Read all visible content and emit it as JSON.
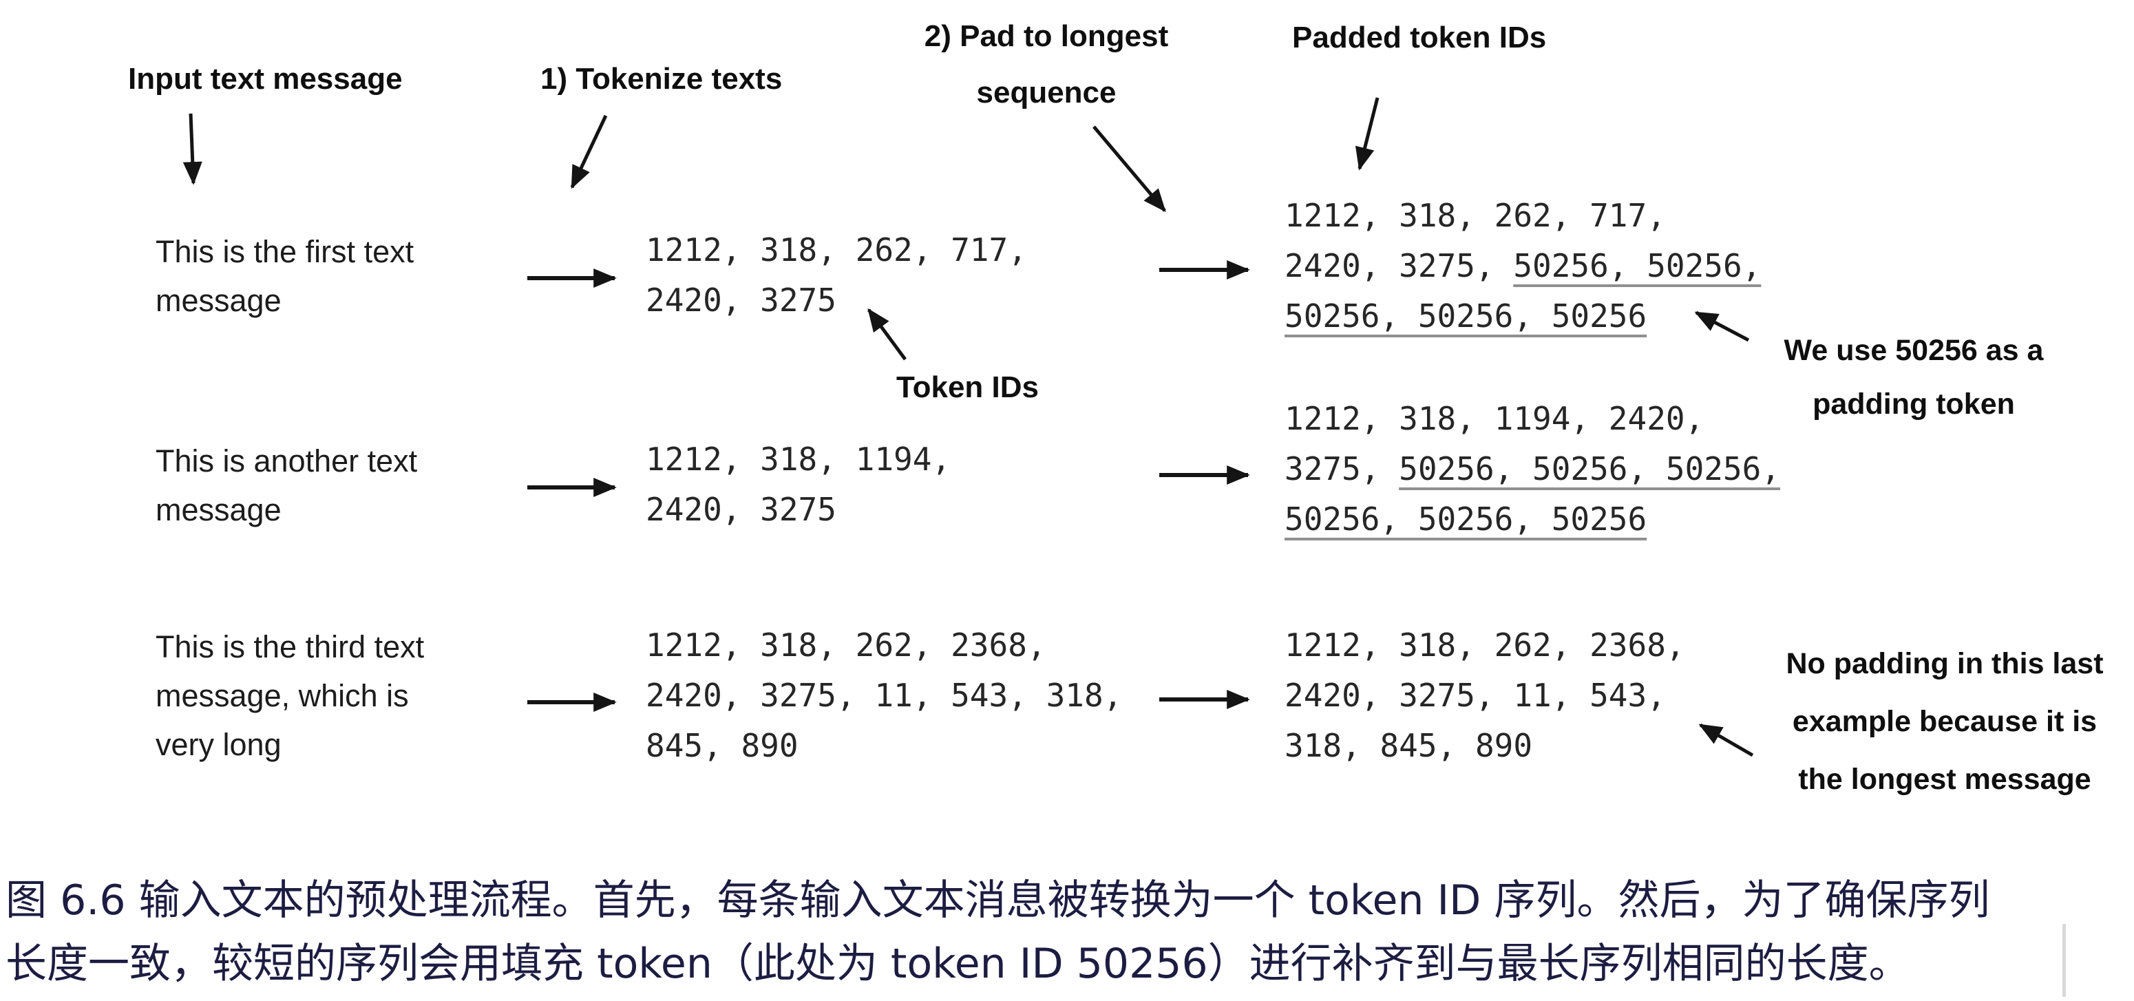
{
  "header": {
    "input_label": "Input text message",
    "tokenize_label": "1) Tokenize texts",
    "pad_label_line1": "2) Pad to longest",
    "pad_label_line2": "sequence",
    "padded_label": "Padded token IDs"
  },
  "annotations": {
    "token_ids_label": "Token IDs",
    "padding_note_line1": "We use 50256 as a",
    "padding_note_line2": "padding token",
    "no_padding_line1": "No padding in this last",
    "no_padding_line2": "example because it is",
    "no_padding_line3": "the longest message"
  },
  "rows": [
    {
      "message_lines": [
        "This is the first text",
        "message"
      ],
      "token_lines": [
        "1212, 318, 262, 717,",
        "2420, 3275"
      ],
      "padded_lines": [
        {
          "pre": "1212, 318, 262, 717,",
          "u": ""
        },
        {
          "pre": "2420, 3275, ",
          "u": "50256, 50256,"
        },
        {
          "pre": "",
          "u": "50256, 50256, 50256"
        }
      ]
    },
    {
      "message_lines": [
        "This is another text",
        "message"
      ],
      "token_lines": [
        "1212, 318, 1194,",
        "2420, 3275"
      ],
      "padded_lines": [
        {
          "pre": "1212, 318, 1194, 2420,",
          "u": ""
        },
        {
          "pre": "3275, ",
          "u": "50256, 50256, 50256,"
        },
        {
          "pre": "",
          "u": "50256, 50256, 50256"
        }
      ]
    },
    {
      "message_lines": [
        "This is the third text",
        "message, which is",
        "very long"
      ],
      "token_lines": [
        "1212, 318, 262, 2368,",
        "2420, 3275, 11, 543, 318,",
        "845, 890"
      ],
      "padded_lines": [
        {
          "pre": "1212, 318, 262, 2368,",
          "u": ""
        },
        {
          "pre": "2420, 3275, 11, 543,",
          "u": ""
        },
        {
          "pre": "318, 845, 890",
          "u": ""
        }
      ]
    }
  ],
  "caption": {
    "line1": "图 6.6 输入文本的预处理流程。首先，每条输入文本消息被转换为一个 token ID 序列。然后，为了确保序列",
    "line2": "长度一致，较短的序列会用填充 token（此处为 token ID 50256）进行补齐到与最长序列相同的长度。"
  },
  "colors": {
    "diagram_text": "#0f0f0f",
    "mono_text": "#262626",
    "caption_text": "#1d1d42",
    "underline": "#909090",
    "background": "#ffffff"
  }
}
